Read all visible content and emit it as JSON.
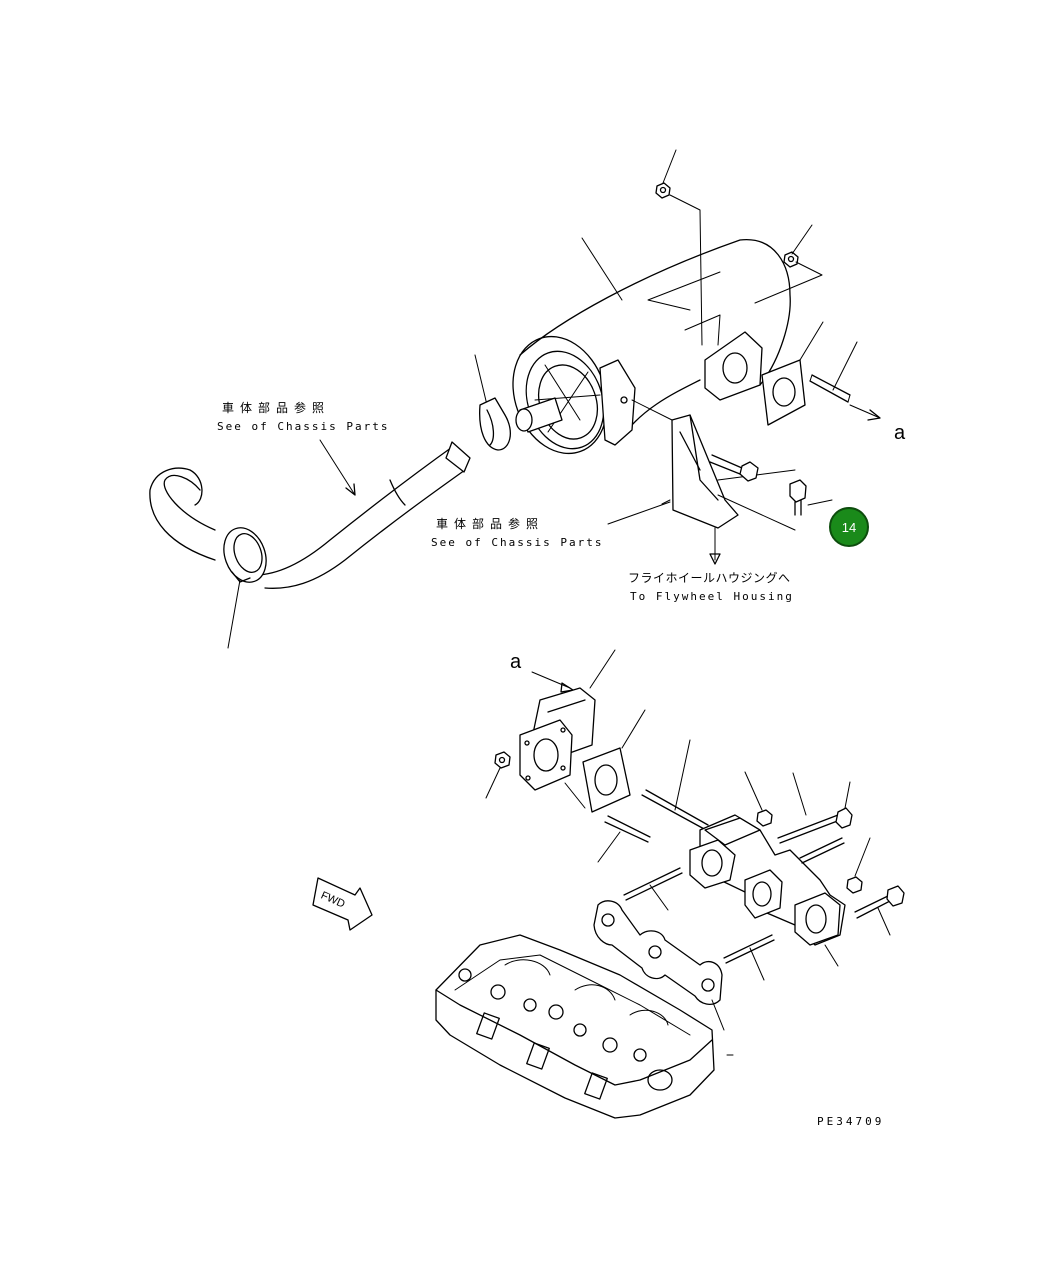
{
  "labels": {
    "chassis_top_jp": "車体部品参照",
    "chassis_top_en": "See of Chassis Parts",
    "chassis_mid_jp": "車体部品参照",
    "chassis_mid_en": "See of Chassis Parts",
    "flywheel_jp": "フライホイールハウジングへ",
    "flywheel_en": "To Flywheel Housing",
    "ref_a_top": "a",
    "ref_a_bottom": "a",
    "fwd": "FWD",
    "drawing_number": "PE34709"
  },
  "callout": {
    "number": "14",
    "color": "#1a8a1a"
  }
}
